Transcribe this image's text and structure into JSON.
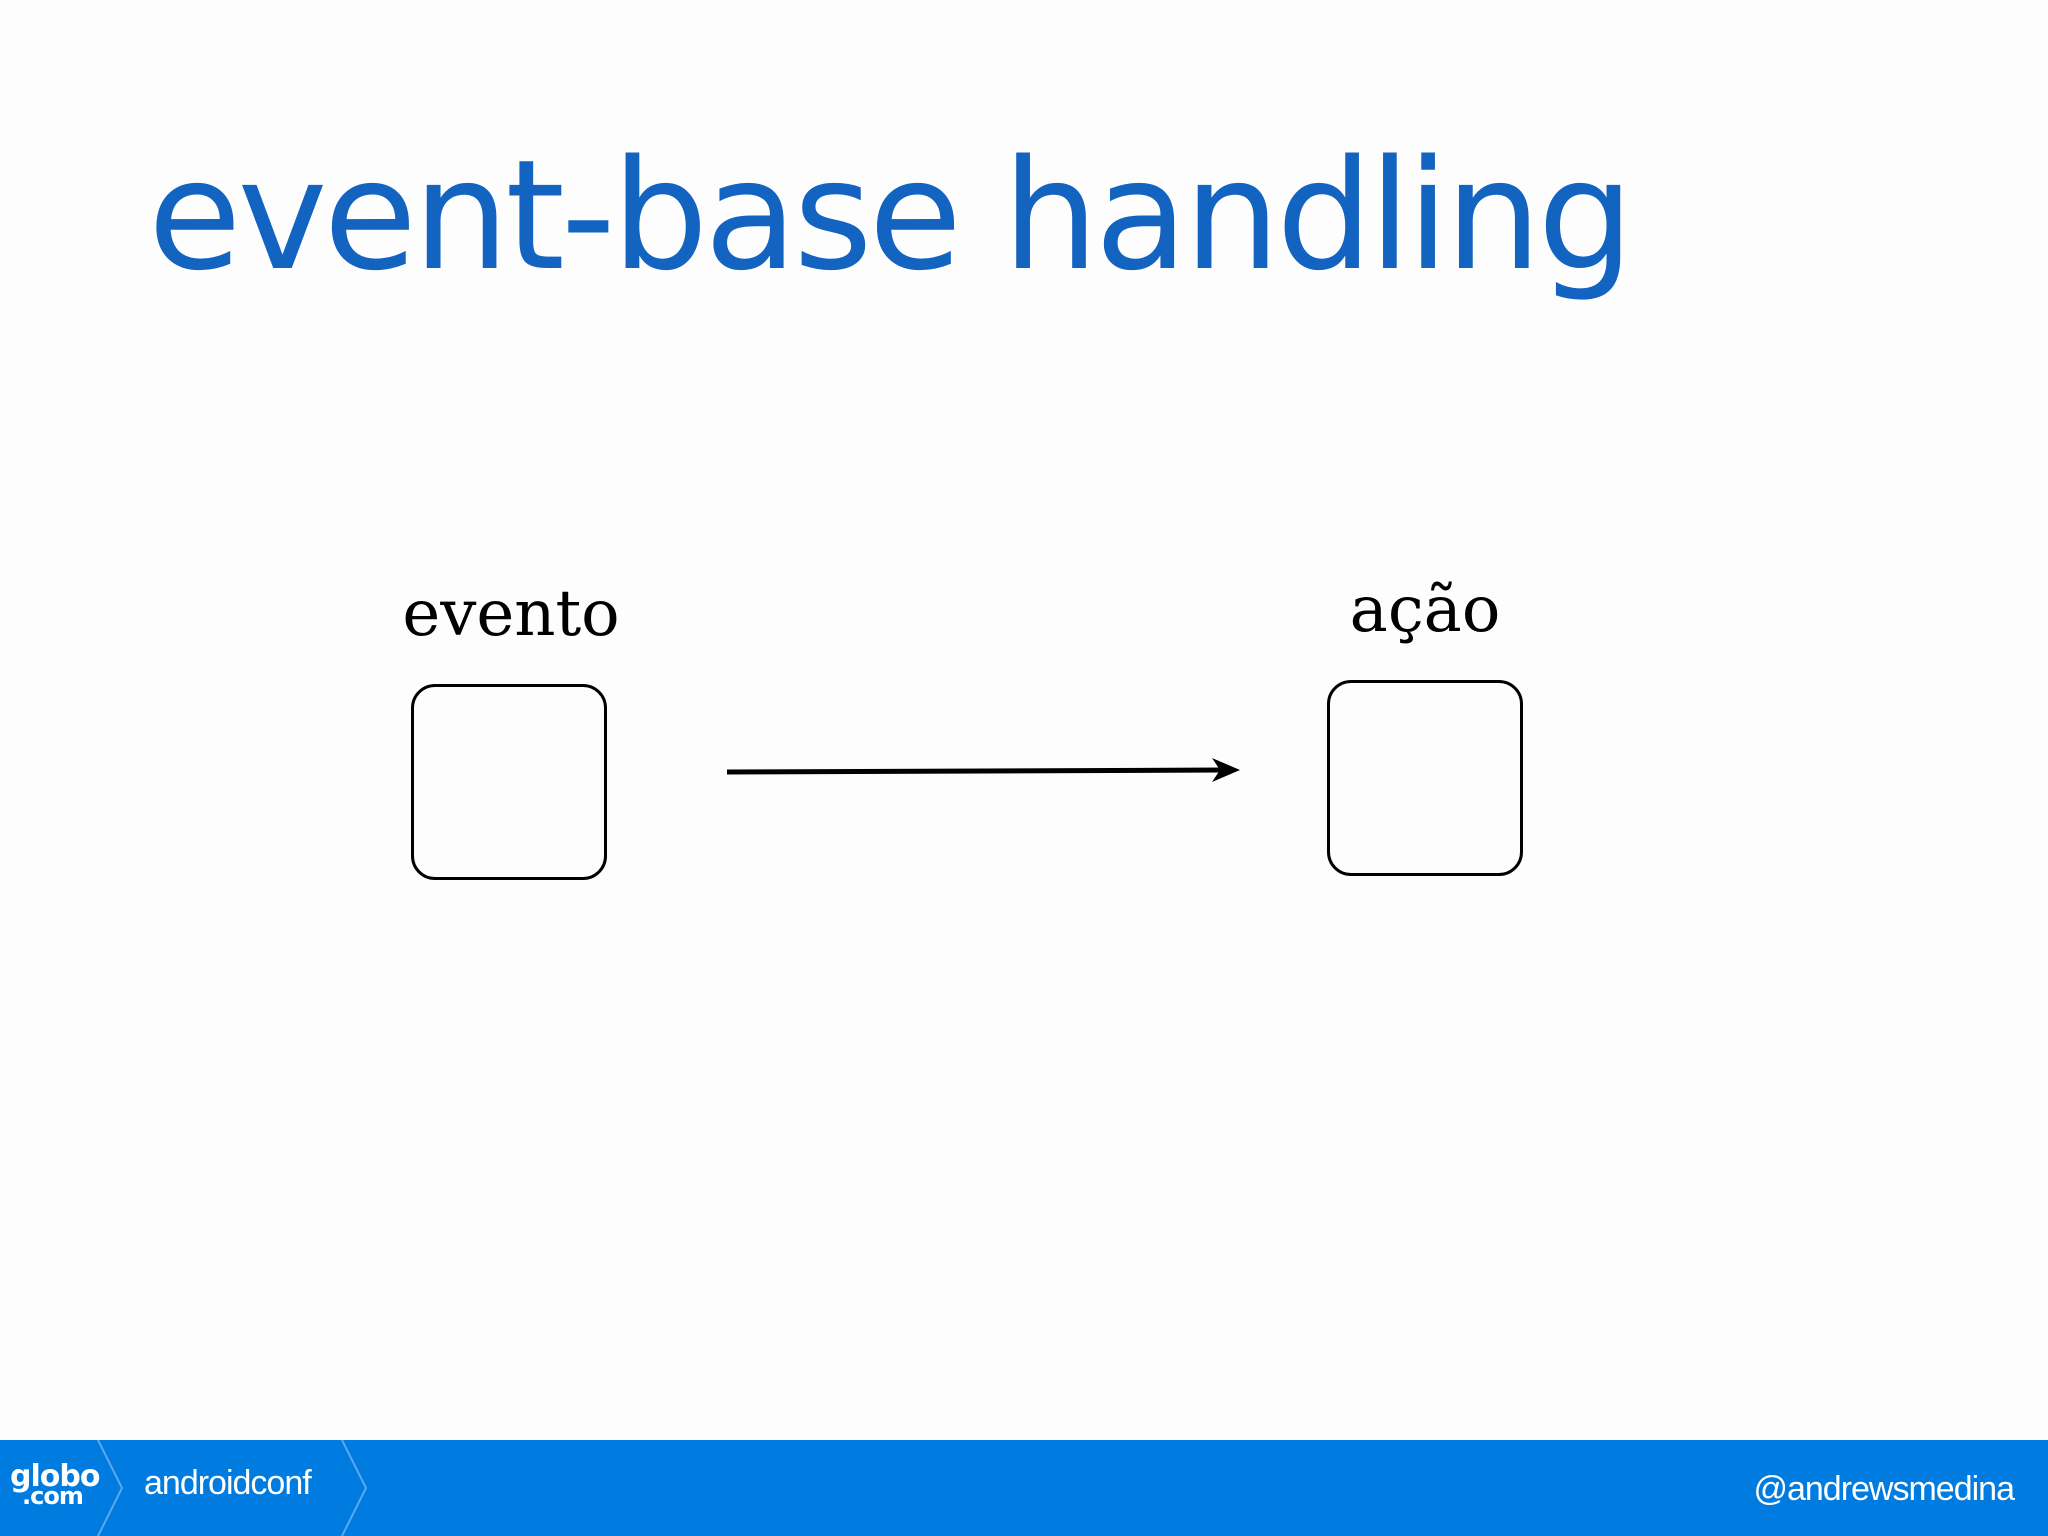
{
  "slide": {
    "title": "event-base handling"
  },
  "diagram": {
    "nodes": [
      {
        "id": "evento",
        "label": "evento"
      },
      {
        "id": "acao",
        "label": "ação"
      }
    ],
    "edges": [
      {
        "from": "evento",
        "to": "acao"
      }
    ]
  },
  "footer": {
    "logo_top": "globo",
    "logo_bottom": ".com",
    "conference": "androidconf",
    "handle": "@andrewsmedina",
    "background_color": "#007be0"
  },
  "colors": {
    "title": "#1363c0",
    "background": "#fdfdfd"
  }
}
